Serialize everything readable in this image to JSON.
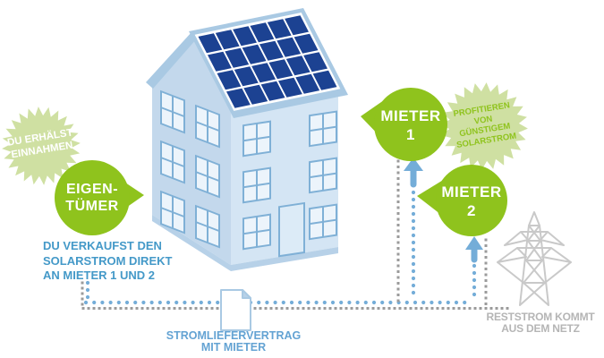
{
  "badges": {
    "owner_benefit": {
      "line1": "DU ERHÄLST",
      "line2": "EINNAHMEN"
    },
    "tenant_benefit": {
      "line1": "PROFITIEREN",
      "line2": "VON",
      "line3": "GÜNSTIGEM",
      "line4": "SOLARSTROM"
    }
  },
  "actors": {
    "owner": {
      "line1": "EIGEN-",
      "line2": "TÜMER"
    },
    "tenant1": {
      "line1": "MIETER",
      "line2": "1"
    },
    "tenant2": {
      "line1": "MIETER",
      "line2": "2"
    }
  },
  "captions": {
    "sell": {
      "line1": "DU VERKAUFST DEN",
      "line2": "SOLARSTROM DIREKT",
      "line3": "AN MIETER 1 UND 2"
    },
    "contract": {
      "line1": "STROMLIEFERVERTRAG",
      "line2": "MIT MIETER"
    },
    "grid": {
      "line1": "RESTSTROM KOMMT",
      "line2": "AUS DEM NETZ"
    }
  },
  "icons": {
    "house": "house-with-solar-panels-icon",
    "document": "contract-document-icon",
    "pylon": "power-pylon-icon",
    "arrows": "up-arrow-icon",
    "starburst": "starburst-badge-icon"
  },
  "colors": {
    "green": "#8fc31d",
    "lightgreen": "#cfe0a2",
    "bluetext": "#4499c8",
    "lightbluetext": "#64a3d3",
    "arrowblue": "#74add8",
    "dotgray": "#9b9b9b",
    "pylon": "#c9c9c9",
    "graytext": "#b5b5b5",
    "navy": "#1c4292",
    "houselight": "#d4e5f4",
    "houseshade": "#c3d8ec",
    "roofblue": "#a9c9e3",
    "winframe": "#7fb0d6",
    "winfill": "#ecf4fb",
    "doorfill": "#dcebf7",
    "basestrip": "#b7d1e8"
  }
}
